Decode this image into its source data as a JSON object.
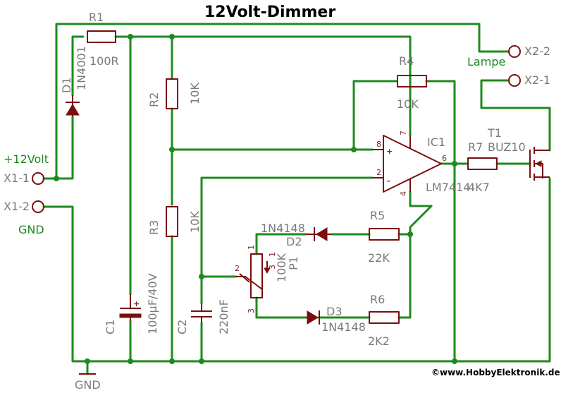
{
  "title": "12Volt-Dimmer",
  "copyright": "©www.HobbyElektronik.de",
  "connectors": {
    "x1_1": "X1-1",
    "x1_2": "X1-2",
    "x2_1": "X2-1",
    "x2_2": "X2-2",
    "plus12": "+12Volt",
    "gnd_label": "GND",
    "lamp": "Lampe",
    "ground_symbol": "GND"
  },
  "components": {
    "r1": {
      "name": "R1",
      "value": "100R"
    },
    "r2": {
      "name": "R2",
      "value": "10K"
    },
    "r3": {
      "name": "R3",
      "value": "10K"
    },
    "r4": {
      "name": "R4",
      "value": "10K"
    },
    "r5": {
      "name": "R5",
      "value": "22K"
    },
    "r6": {
      "name": "R6",
      "value": "2K2"
    },
    "r7": {
      "name": "R7",
      "value": "4K7"
    },
    "d1": {
      "name": "D1",
      "value": "1N4001"
    },
    "d2": {
      "name": "D2",
      "value": "1N4148"
    },
    "d3": {
      "name": "D3",
      "value": "1N4148"
    },
    "c1": {
      "name": "C1",
      "value": "100µF/40V"
    },
    "c2": {
      "name": "C2",
      "value": "220nF"
    },
    "p1": {
      "name": "P1",
      "value": "100K"
    },
    "ic1": {
      "name": "IC1",
      "value": "LM7414"
    },
    "t1": {
      "name": "T1",
      "value": "BUZ10"
    }
  },
  "pins": {
    "ic_p8": "8",
    "ic_p7": "7",
    "ic_p6": "6",
    "ic_p2": "2",
    "ic_p4": "4",
    "ic_plus": "+",
    "ic_minus": "-",
    "p1_1": "1",
    "p1_2": "2",
    "p1_3": "3",
    "p1_inner1": "1",
    "p1_inner3": "3",
    "c1_plus": "+"
  }
}
